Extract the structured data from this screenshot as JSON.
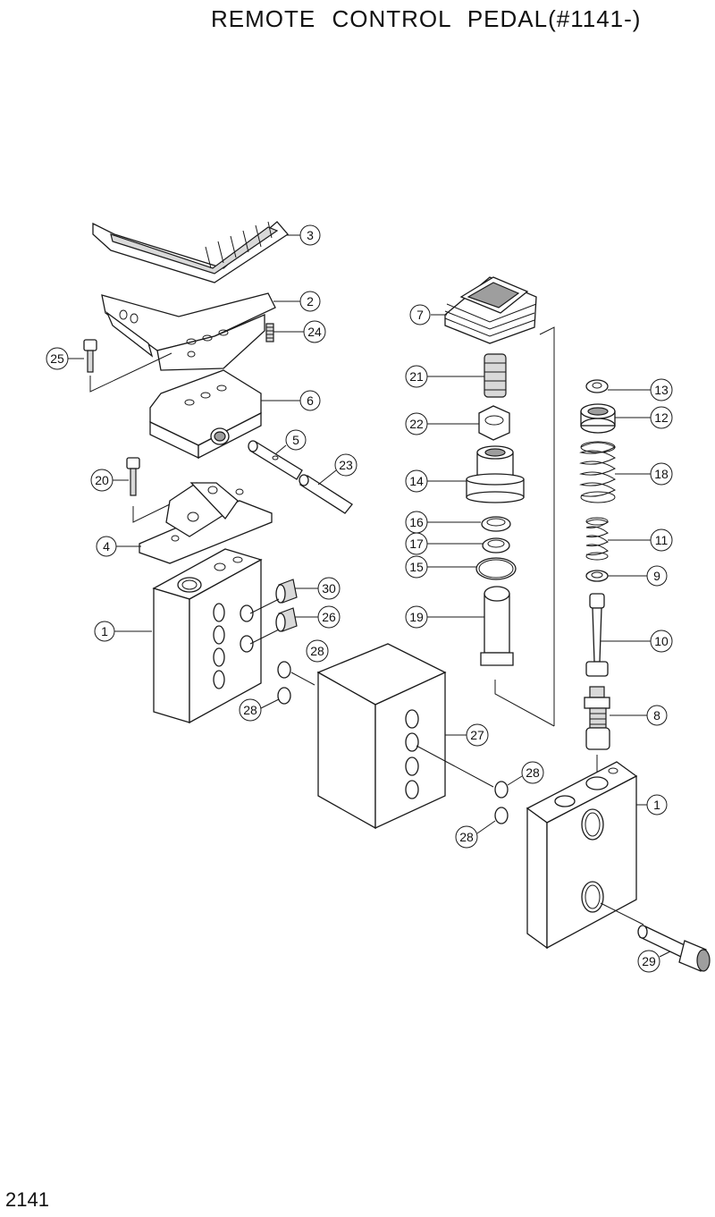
{
  "title": "REMOTE  CONTROL  PEDAL(#1141-)",
  "page_number": "2141",
  "callouts": [
    {
      "id": "c3",
      "label": "3"
    },
    {
      "id": "c2",
      "label": "2"
    },
    {
      "id": "c24",
      "label": "24"
    },
    {
      "id": "c25",
      "label": "25"
    },
    {
      "id": "c6",
      "label": "6"
    },
    {
      "id": "c5",
      "label": "5"
    },
    {
      "id": "c23",
      "label": "23"
    },
    {
      "id": "c20",
      "label": "20"
    },
    {
      "id": "c4",
      "label": "4"
    },
    {
      "id": "c30",
      "label": "30"
    },
    {
      "id": "c26",
      "label": "26"
    },
    {
      "id": "c1a",
      "label": "1"
    },
    {
      "id": "c28a",
      "label": "28"
    },
    {
      "id": "c28b",
      "label": "28"
    },
    {
      "id": "c27",
      "label": "27"
    },
    {
      "id": "c7",
      "label": "7"
    },
    {
      "id": "c21",
      "label": "21"
    },
    {
      "id": "c22",
      "label": "22"
    },
    {
      "id": "c14",
      "label": "14"
    },
    {
      "id": "c16",
      "label": "16"
    },
    {
      "id": "c17",
      "label": "17"
    },
    {
      "id": "c15",
      "label": "15"
    },
    {
      "id": "c19",
      "label": "19"
    },
    {
      "id": "c13",
      "label": "13"
    },
    {
      "id": "c12",
      "label": "12"
    },
    {
      "id": "c18",
      "label": "18"
    },
    {
      "id": "c11",
      "label": "11"
    },
    {
      "id": "c9",
      "label": "9"
    },
    {
      "id": "c10",
      "label": "10"
    },
    {
      "id": "c8",
      "label": "8"
    },
    {
      "id": "c1b",
      "label": "1"
    },
    {
      "id": "c28c",
      "label": "28"
    },
    {
      "id": "c28d",
      "label": "28"
    },
    {
      "id": "c29",
      "label": "29"
    }
  ]
}
